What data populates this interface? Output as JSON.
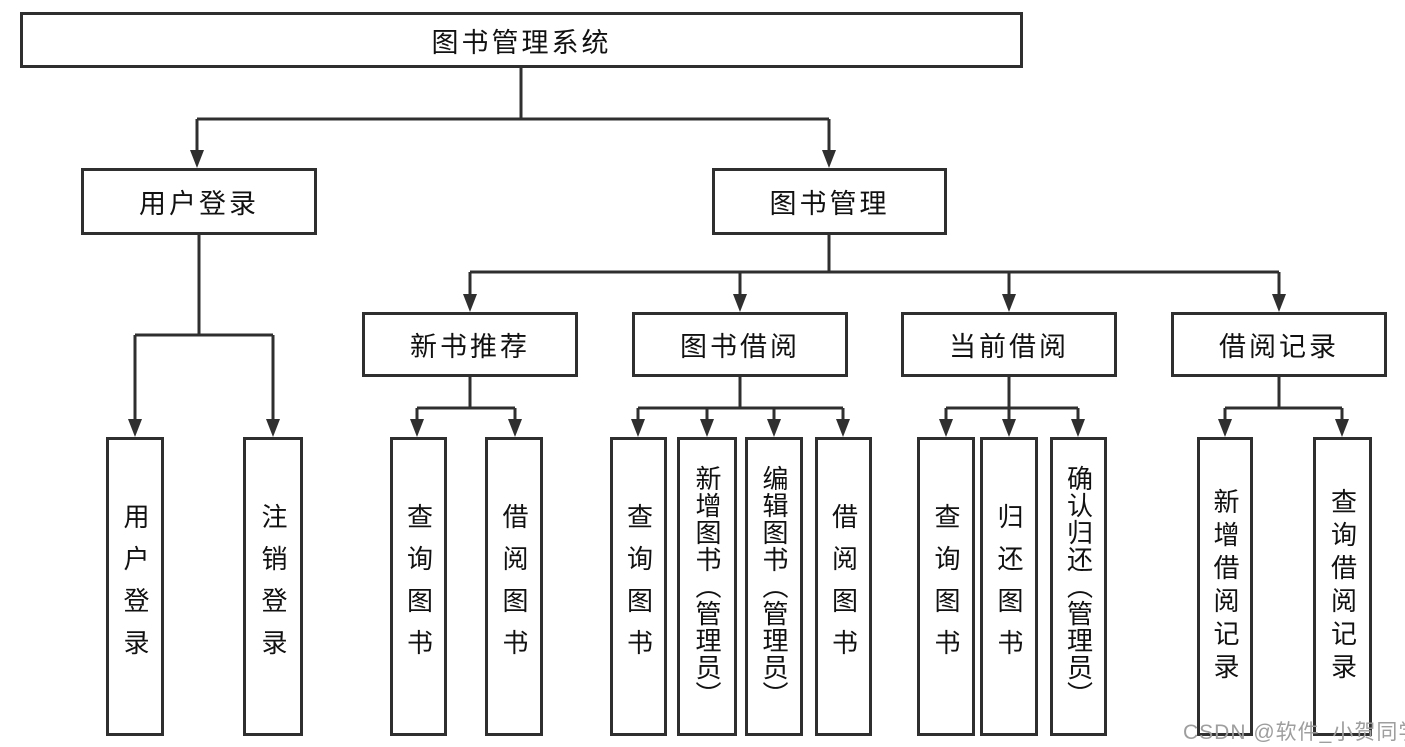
{
  "tree": {
    "root": "图书管理系统",
    "user": {
      "label": "用户登录",
      "children": [
        "用户登录",
        "注销登录"
      ]
    },
    "book": {
      "label": "图书管理",
      "sections": [
        {
          "label": "新书推荐",
          "children": [
            "查询图书",
            "借阅图书"
          ]
        },
        {
          "label": "图书借阅",
          "children": [
            "查询图书",
            "新增图书（管理员）",
            "编辑图书（管理员）",
            "借阅图书"
          ]
        },
        {
          "label": "当前借阅",
          "children": [
            "查询图书",
            "归还图书",
            "确认归还（管理员）"
          ]
        },
        {
          "label": "借阅记录",
          "children": [
            "新增借阅记录",
            "查询借阅记录"
          ]
        }
      ]
    }
  },
  "watermark": "CSDN @软件_小贺同学",
  "colors": {
    "line": "#2f2f2f",
    "text": "#111111",
    "watermark": "#9e9e9e",
    "background": "#ffffff"
  }
}
